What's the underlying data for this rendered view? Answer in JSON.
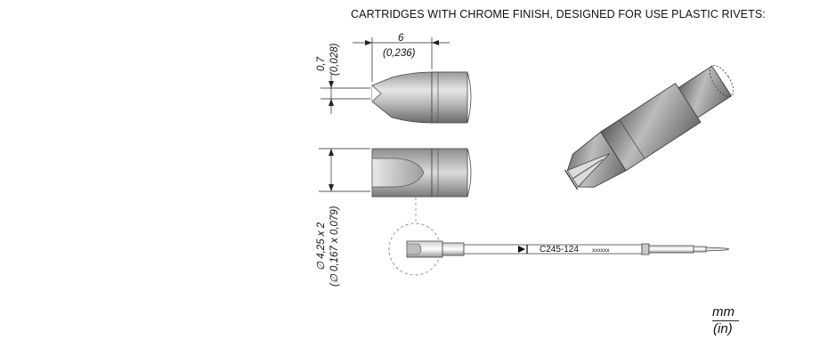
{
  "heading": "CARTRIDGES WITH CHROME FINISH, DESIGNED FOR USE PLASTIC RIVETS:",
  "dimensions": {
    "length_mm": "6",
    "length_in": "(0,236)",
    "thickness_mm": "0,7",
    "thickness_in": "(0,028)",
    "width_mm": "∅ 4,25 x 2",
    "width_in": "(∅ 0,167 x 0,079)"
  },
  "cartridge": {
    "model": "C245-124",
    "code": "xxxxxx"
  },
  "units": {
    "metric": "mm",
    "imperial": "(in)"
  }
}
